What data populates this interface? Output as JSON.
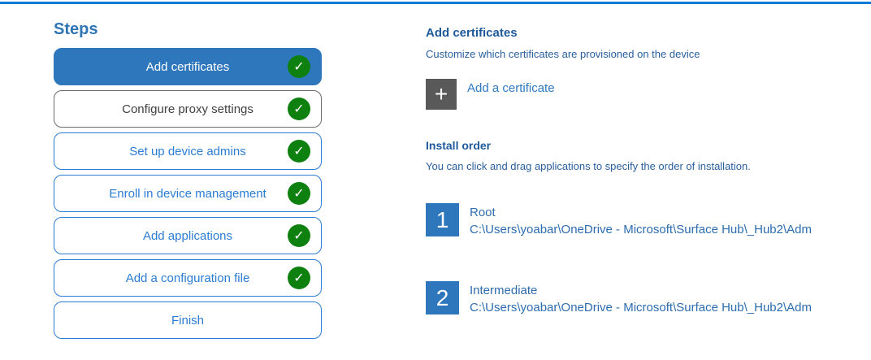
{
  "colors": {
    "accent": "#0078d7",
    "steps-title": "#2e75b6",
    "step-selected": "#2e77bc",
    "step-blue": "#2b7cd3",
    "step-gray-border": "#6a6a6a",
    "step-gray-text": "#404040",
    "check-green": "#0e8010",
    "heading-blue": "#1f5a9b",
    "body-blue": "#2a5f9e",
    "link-blue": "#2e79c2",
    "item-blue": "#2d6cae",
    "plus-gray": "#595959"
  },
  "icons": {
    "check": "✓",
    "plus": "+"
  },
  "sidebar": {
    "title": "Steps",
    "steps": [
      {
        "label": "Add certificates",
        "state": "selected",
        "checked": true
      },
      {
        "label": "Configure proxy settings",
        "state": "neutral",
        "checked": true
      },
      {
        "label": "Set up device admins",
        "state": "normal",
        "checked": true
      },
      {
        "label": "Enroll in device management",
        "state": "normal",
        "checked": true
      },
      {
        "label": "Add applications",
        "state": "normal",
        "checked": true
      },
      {
        "label": "Add a configuration file",
        "state": "normal",
        "checked": true
      },
      {
        "label": "Finish",
        "state": "normal",
        "checked": false
      }
    ]
  },
  "main": {
    "title": "Add certificates",
    "subtitle": "Customize which certificates are provisioned on the device",
    "add_button_label": "Add a certificate",
    "install_order": {
      "title": "Install order",
      "description": "You can click and drag applications to specify the order of installation.",
      "items": [
        {
          "order": "1",
          "name": "Root",
          "path": "C:\\Users\\yoabar\\OneDrive - Microsoft\\Surface Hub\\_Hub2\\Adm"
        },
        {
          "order": "2",
          "name": "Intermediate",
          "path": "C:\\Users\\yoabar\\OneDrive - Microsoft\\Surface Hub\\_Hub2\\Adm"
        }
      ]
    }
  }
}
